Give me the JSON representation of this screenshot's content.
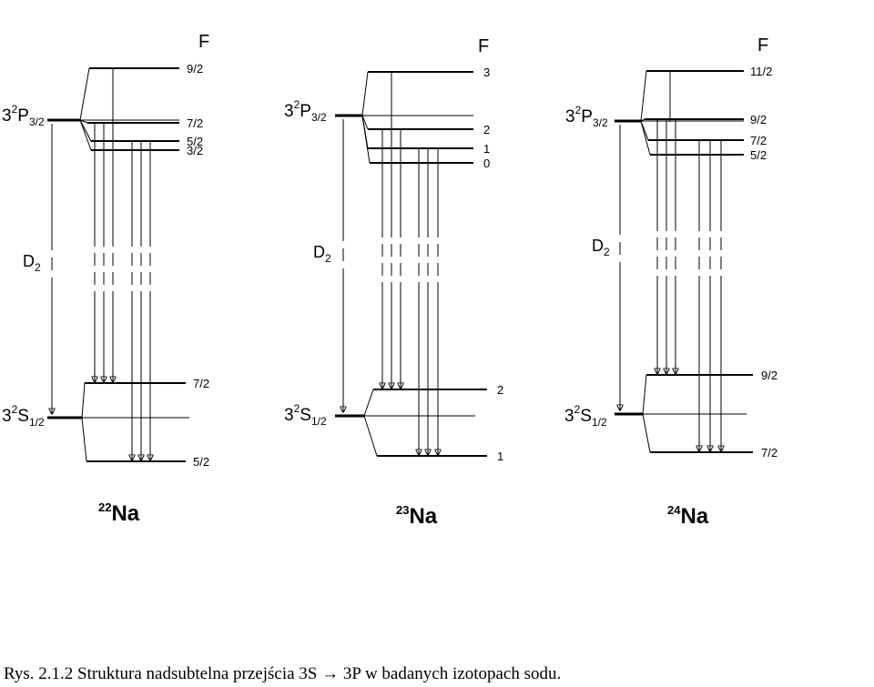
{
  "diagram": {
    "panels": [
      {
        "f_header": "F",
        "state_p": {
          "n": "3",
          "mult": "2",
          "letter": "P",
          "j": "3/2"
        },
        "state_s": {
          "n": "3",
          "mult": "2",
          "letter": "S",
          "j": "1/2"
        },
        "transition": {
          "main": "D",
          "sub": "2"
        },
        "upper_levels": [
          "9/2",
          "7/2",
          "5/2",
          "3/2"
        ],
        "lower_levels": [
          "7/2",
          "5/2"
        ],
        "isotope": {
          "mass": "22",
          "symbol": "Na"
        }
      },
      {
        "f_header": "F",
        "state_p": {
          "n": "3",
          "mult": "2",
          "letter": "P",
          "j": "3/2"
        },
        "state_s": {
          "n": "3",
          "mult": "2",
          "letter": "S",
          "j": "1/2"
        },
        "transition": {
          "main": "D",
          "sub": "2"
        },
        "upper_levels": [
          "3",
          "2",
          "1",
          "0"
        ],
        "lower_levels": [
          "2",
          "1"
        ],
        "isotope": {
          "mass": "23",
          "symbol": "Na"
        }
      },
      {
        "f_header": "F",
        "state_p": {
          "n": "3",
          "mult": "2",
          "letter": "P",
          "j": "3/2"
        },
        "state_s": {
          "n": "3",
          "mult": "2",
          "letter": "S",
          "j": "1/2"
        },
        "transition": {
          "main": "D",
          "sub": "2"
        },
        "upper_levels": [
          "11/2",
          "9/2",
          "7/2",
          "5/2"
        ],
        "lower_levels": [
          "9/2",
          "7/2"
        ],
        "isotope": {
          "mass": "24",
          "symbol": "Na"
        }
      }
    ]
  },
  "caption": "Rys. 2.1.2  Struktura nadsubtelna przejścia 3S → 3P w badanych izotopach sodu."
}
